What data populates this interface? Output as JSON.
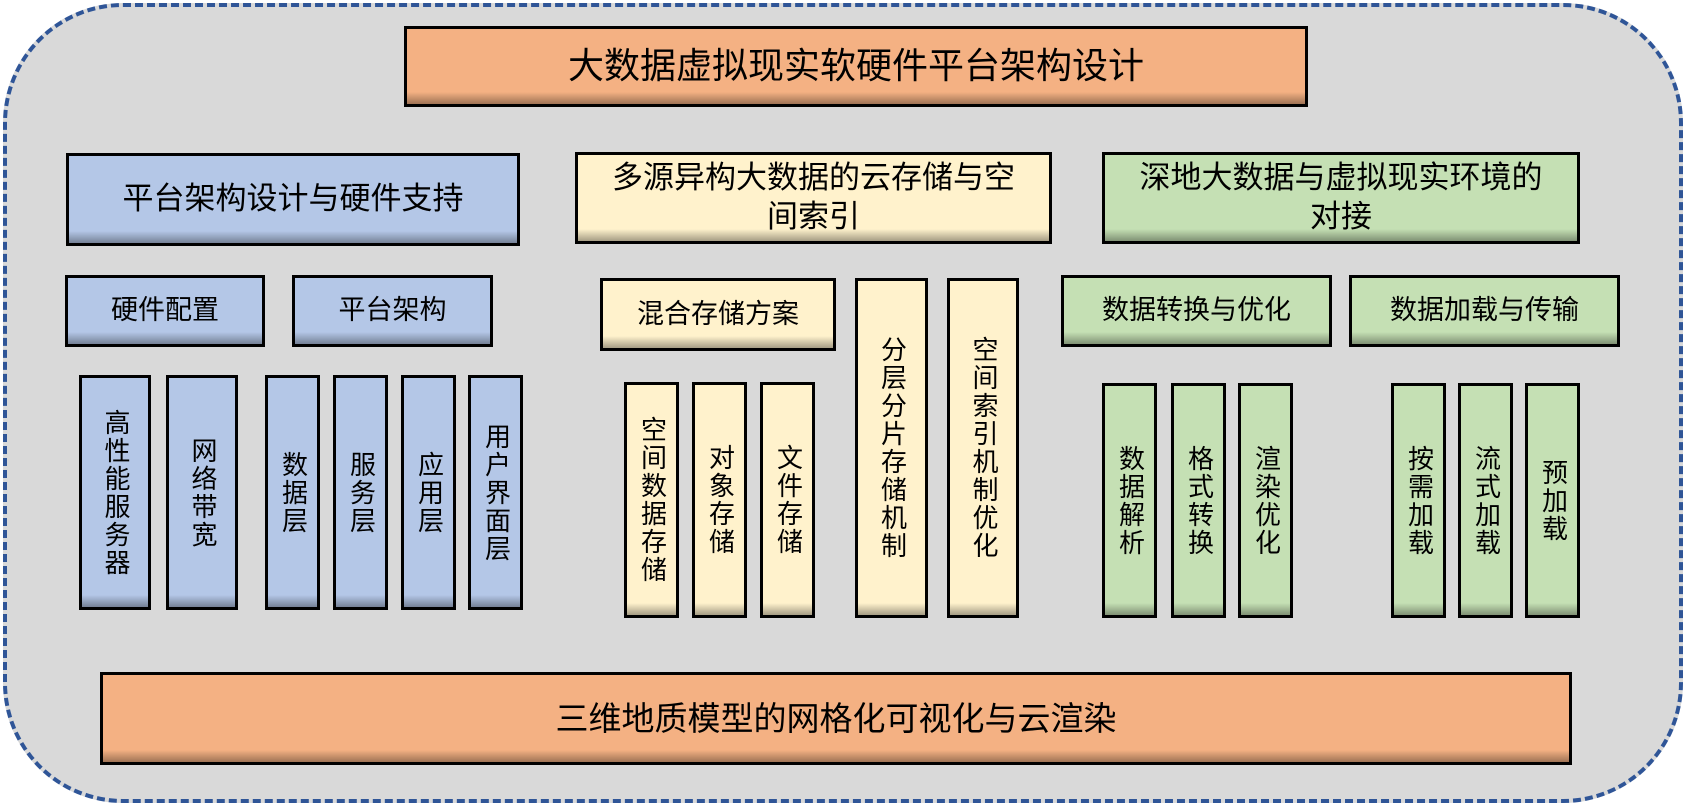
{
  "title": "大数据虚拟现实软硬件平台架构设计",
  "footer": "三维地质模型的网格化可视化与云渲染",
  "colors": {
    "orange": "#F4B183",
    "blue": "#B4C7E7",
    "yellow": "#FFF2CC",
    "green": "#C5E0B4",
    "background": "#D9D9D9",
    "border": "#2F5597"
  },
  "columns": [
    {
      "header": "平台架构设计与硬件支持",
      "groups": [
        {
          "label": "硬件配置",
          "items": [
            "高性能服务器",
            "网络带宽"
          ]
        },
        {
          "label": "平台架构",
          "items": [
            "数据层",
            "服务层",
            "应用层",
            "用户界面层"
          ]
        }
      ]
    },
    {
      "header": "多源异构大数据的云存储与空间索引",
      "groups": [
        {
          "label": "混合存储方案",
          "items": [
            "空间数据存储",
            "对象存储",
            "文件存储"
          ]
        }
      ],
      "tall_items": [
        "分层分片存储机制",
        "空间索引机制优化"
      ]
    },
    {
      "header": "深地大数据与虚拟现实环境的对接",
      "groups": [
        {
          "label": "数据转换与优化",
          "items": [
            "数据解析",
            "格式转换",
            "渲染优化"
          ]
        },
        {
          "label": "数据加载与传输",
          "items": [
            "按需加载",
            "流式加载",
            "预加载"
          ]
        }
      ]
    }
  ]
}
